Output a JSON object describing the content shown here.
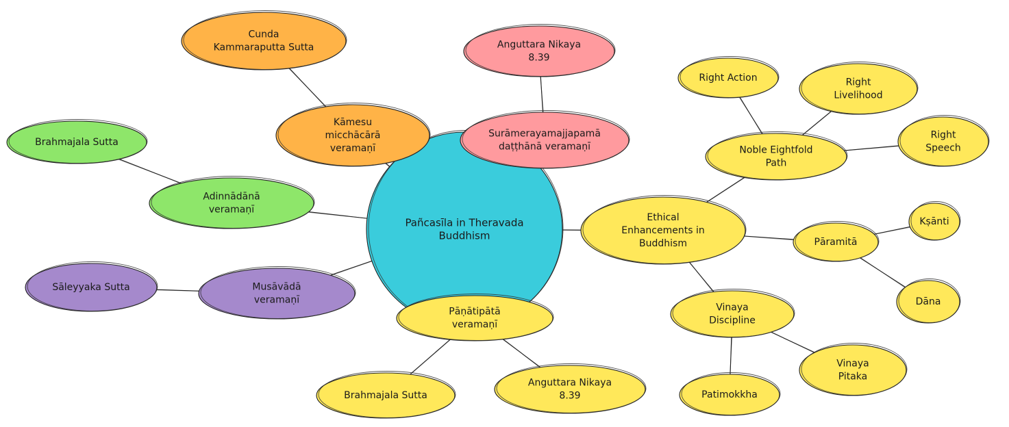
{
  "colors": {
    "center": "#3ACCDC",
    "orange": "#FFB347",
    "red": "#FF9A9E",
    "green": "#8EE66A",
    "purple": "#A589CC",
    "yellow": "#FFE85A",
    "stroke": "#222222"
  },
  "diagram": {
    "nodes": [
      {
        "id": "center",
        "lines": [
          "Pañcasīla in Theravada",
          "Buddhism"
        ],
        "color": "center"
      },
      {
        "id": "kamesu",
        "lines": [
          "Kāmesu",
          "micchācārā",
          "veramaṇī"
        ],
        "color": "orange"
      },
      {
        "id": "cunda",
        "lines": [
          "Cunda",
          "Kammaraputta Sutta"
        ],
        "color": "orange"
      },
      {
        "id": "surameraya",
        "lines": [
          "Surāmerayamajjapamā",
          "daṭṭhānā veramaṇī"
        ],
        "color": "red"
      },
      {
        "id": "anguttara-top",
        "lines": [
          "Anguttara Nikaya",
          "8.39"
        ],
        "color": "red"
      },
      {
        "id": "adinnadana",
        "lines": [
          "Adinnādānā",
          "veramaṇī"
        ],
        "color": "green"
      },
      {
        "id": "brahmajala-top",
        "lines": [
          "Brahmajala Sutta"
        ],
        "color": "green"
      },
      {
        "id": "musavada",
        "lines": [
          "Musāvādā",
          "veramaṇī"
        ],
        "color": "purple"
      },
      {
        "id": "saleyyaka",
        "lines": [
          "Sāleyyaka Sutta"
        ],
        "color": "purple"
      },
      {
        "id": "panatipata",
        "lines": [
          "Pāṇātipātā",
          "veramaṇī"
        ],
        "color": "yellow"
      },
      {
        "id": "brahmajala-bottom",
        "lines": [
          "Brahmajala Sutta"
        ],
        "color": "yellow"
      },
      {
        "id": "anguttara-bottom",
        "lines": [
          "Anguttara Nikaya",
          "8.39"
        ],
        "color": "yellow"
      },
      {
        "id": "ethical",
        "lines": [
          "Ethical",
          "Enhancements in",
          "Buddhism"
        ],
        "color": "yellow"
      },
      {
        "id": "noble",
        "lines": [
          "Noble Eightfold",
          "Path"
        ],
        "color": "yellow"
      },
      {
        "id": "right-action",
        "lines": [
          "Right Action"
        ],
        "color": "yellow"
      },
      {
        "id": "right-livelihood",
        "lines": [
          "Right",
          "Livelihood"
        ],
        "color": "yellow"
      },
      {
        "id": "right-speech",
        "lines": [
          "Right",
          "Speech"
        ],
        "color": "yellow"
      },
      {
        "id": "paramita",
        "lines": [
          "Pāramitā"
        ],
        "color": "yellow"
      },
      {
        "id": "ksanti",
        "lines": [
          "Kṣānti"
        ],
        "color": "yellow"
      },
      {
        "id": "dana",
        "lines": [
          "Dāna"
        ],
        "color": "yellow"
      },
      {
        "id": "vinaya",
        "lines": [
          "Vinaya",
          "Discipline"
        ],
        "color": "yellow"
      },
      {
        "id": "patimokkha",
        "lines": [
          "Patimokkha"
        ],
        "color": "yellow"
      },
      {
        "id": "vinaya-pitaka",
        "lines": [
          "Vinaya",
          "Pitaka"
        ],
        "color": "yellow"
      }
    ],
    "edges": [
      [
        "center",
        "kamesu"
      ],
      [
        "kamesu",
        "cunda"
      ],
      [
        "center",
        "surameraya"
      ],
      [
        "surameraya",
        "anguttara-top"
      ],
      [
        "center",
        "adinnadana"
      ],
      [
        "adinnadana",
        "brahmajala-top"
      ],
      [
        "center",
        "musavada"
      ],
      [
        "musavada",
        "saleyyaka"
      ],
      [
        "center",
        "panatipata"
      ],
      [
        "panatipata",
        "brahmajala-bottom"
      ],
      [
        "panatipata",
        "anguttara-bottom"
      ],
      [
        "center",
        "ethical"
      ],
      [
        "ethical",
        "noble"
      ],
      [
        "noble",
        "right-action"
      ],
      [
        "noble",
        "right-livelihood"
      ],
      [
        "noble",
        "right-speech"
      ],
      [
        "ethical",
        "paramita"
      ],
      [
        "paramita",
        "ksanti"
      ],
      [
        "paramita",
        "dana"
      ],
      [
        "ethical",
        "vinaya"
      ],
      [
        "vinaya",
        "patimokkha"
      ],
      [
        "vinaya",
        "vinaya-pitaka"
      ]
    ]
  }
}
